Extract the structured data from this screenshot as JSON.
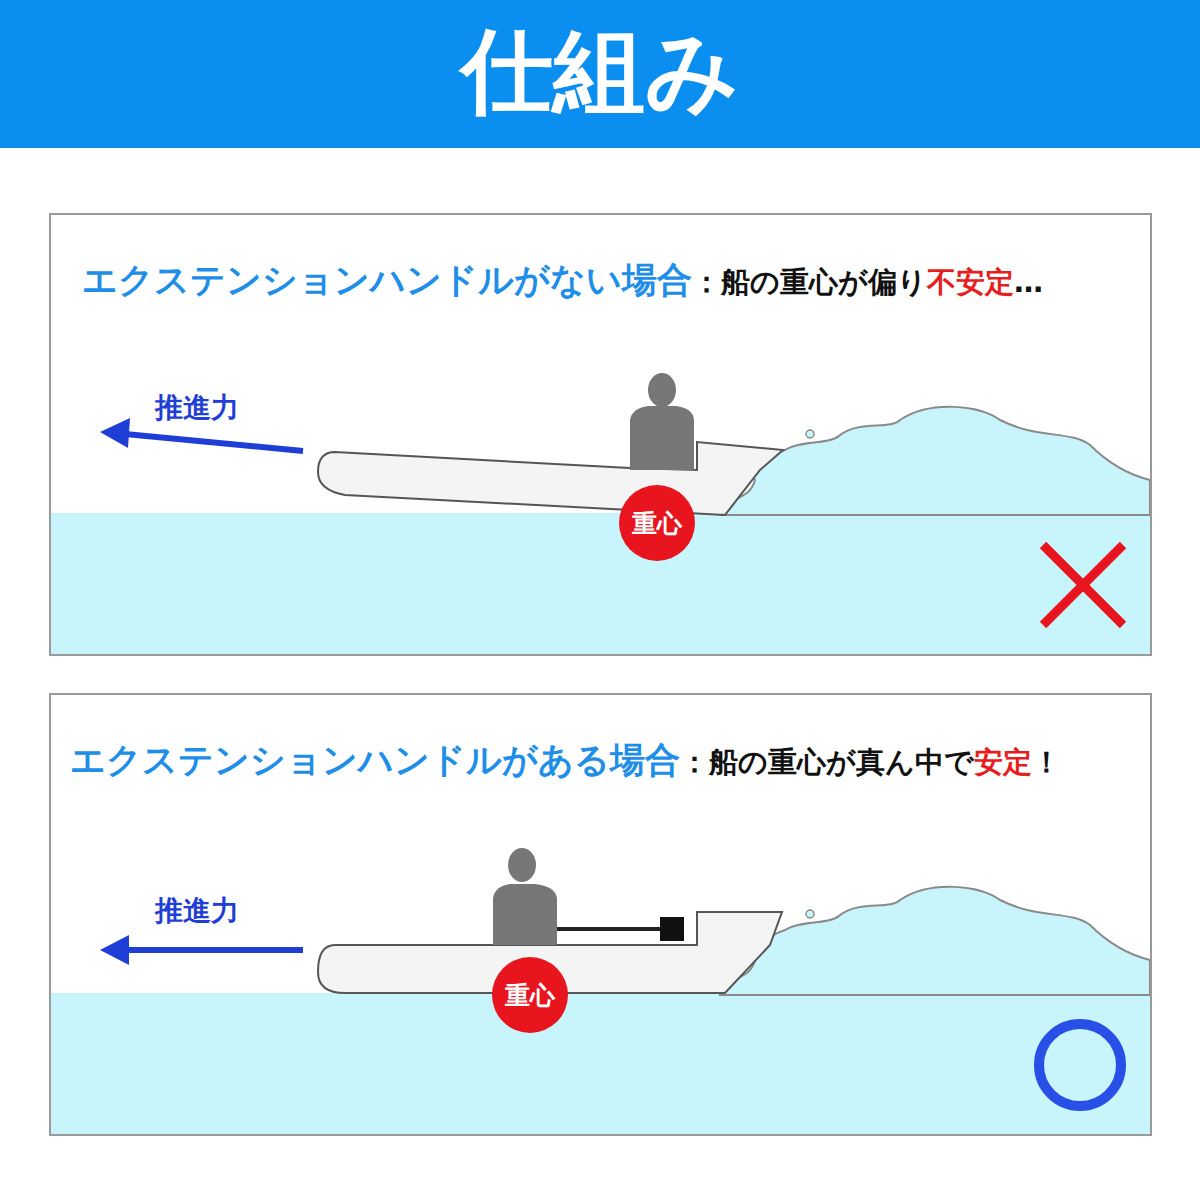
{
  "diagram": {
    "title": "仕組み",
    "nodes": [
      {
        "text": [
          "エクステンションハンドルがない場合",
          "：船の重心が偏り",
          "不安定",
          "…"
        ]
      },
      {
        "text": [
          "重心"
        ],
        "in": 0
      },
      {
        "text": [
          "エクステンションハンドルがある場合",
          "：船の重心が真ん中で",
          "安定",
          "！"
        ]
      },
      {
        "text": [
          "重心"
        ],
        "in": 2
      }
    ],
    "labels": [
      "推進力",
      "推進力"
    ]
  }
}
